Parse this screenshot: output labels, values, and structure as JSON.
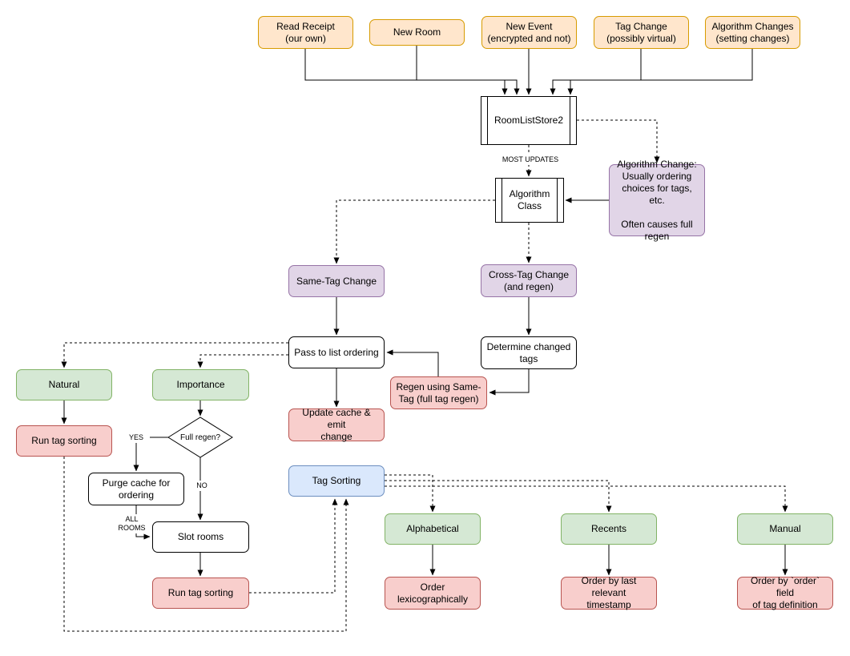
{
  "diagram": {
    "type": "flowchart",
    "nodes": {
      "read_receipt": "Read Receipt\n(our own)",
      "new_room": "New Room",
      "new_event": "New Event\n(encrypted and not)",
      "tag_change": "Tag Change\n(possibly virtual)",
      "algorithm_changes": "Algorithm Changes\n(setting changes)",
      "room_list_store2": "RoomListStore2",
      "algorithm_class": "Algorithm\nClass",
      "algorithm_change_note": "Algorithm Change:\nUsually ordering\nchoices for tags, etc.\n\nOften causes full\nregen",
      "same_tag_change": "Same-Tag Change",
      "cross_tag_change": "Cross-Tag Change\n(and regen)",
      "pass_to_list_ordering": "Pass to list ordering",
      "determine_changed_tags": "Determine changed\ntags",
      "regen_same_tag": "Regen using Same-\nTag (full tag regen)",
      "update_cache": "Update cache & emit\nchange",
      "natural": "Natural",
      "importance": "Importance",
      "run_tag_sorting_left": "Run tag sorting",
      "full_regen": "Full regen?",
      "purge_cache": "Purge cache for\nordering",
      "slot_rooms": "Slot rooms",
      "run_tag_sorting_mid": "Run tag sorting",
      "tag_sorting": "Tag Sorting",
      "alphabetical": "Alphabetical",
      "recents": "Recents",
      "manual": "Manual",
      "order_lexicographically": "Order\nlexicographically",
      "order_by_timestamp": "Order by last relevant\ntimestamp",
      "order_by_order_field": "Order by `order` field\nof tag definition"
    },
    "edge_labels": {
      "most_updates": "MOST UPDATES",
      "yes": "YES",
      "no": "NO",
      "all_rooms": "ALL\nROOMS"
    },
    "colors": {
      "orange_fill": "#ffe6cc",
      "orange_stroke": "#d79b00",
      "purple_fill": "#e1d5e7",
      "purple_stroke": "#9673a6",
      "green_fill": "#d5e8d4",
      "green_stroke": "#82b366",
      "red_fill": "#f8cecc",
      "red_stroke": "#b85450",
      "blue_fill": "#dae8fc",
      "blue_stroke": "#6c8ebf",
      "line": "#000000",
      "background": "#ffffff"
    }
  }
}
